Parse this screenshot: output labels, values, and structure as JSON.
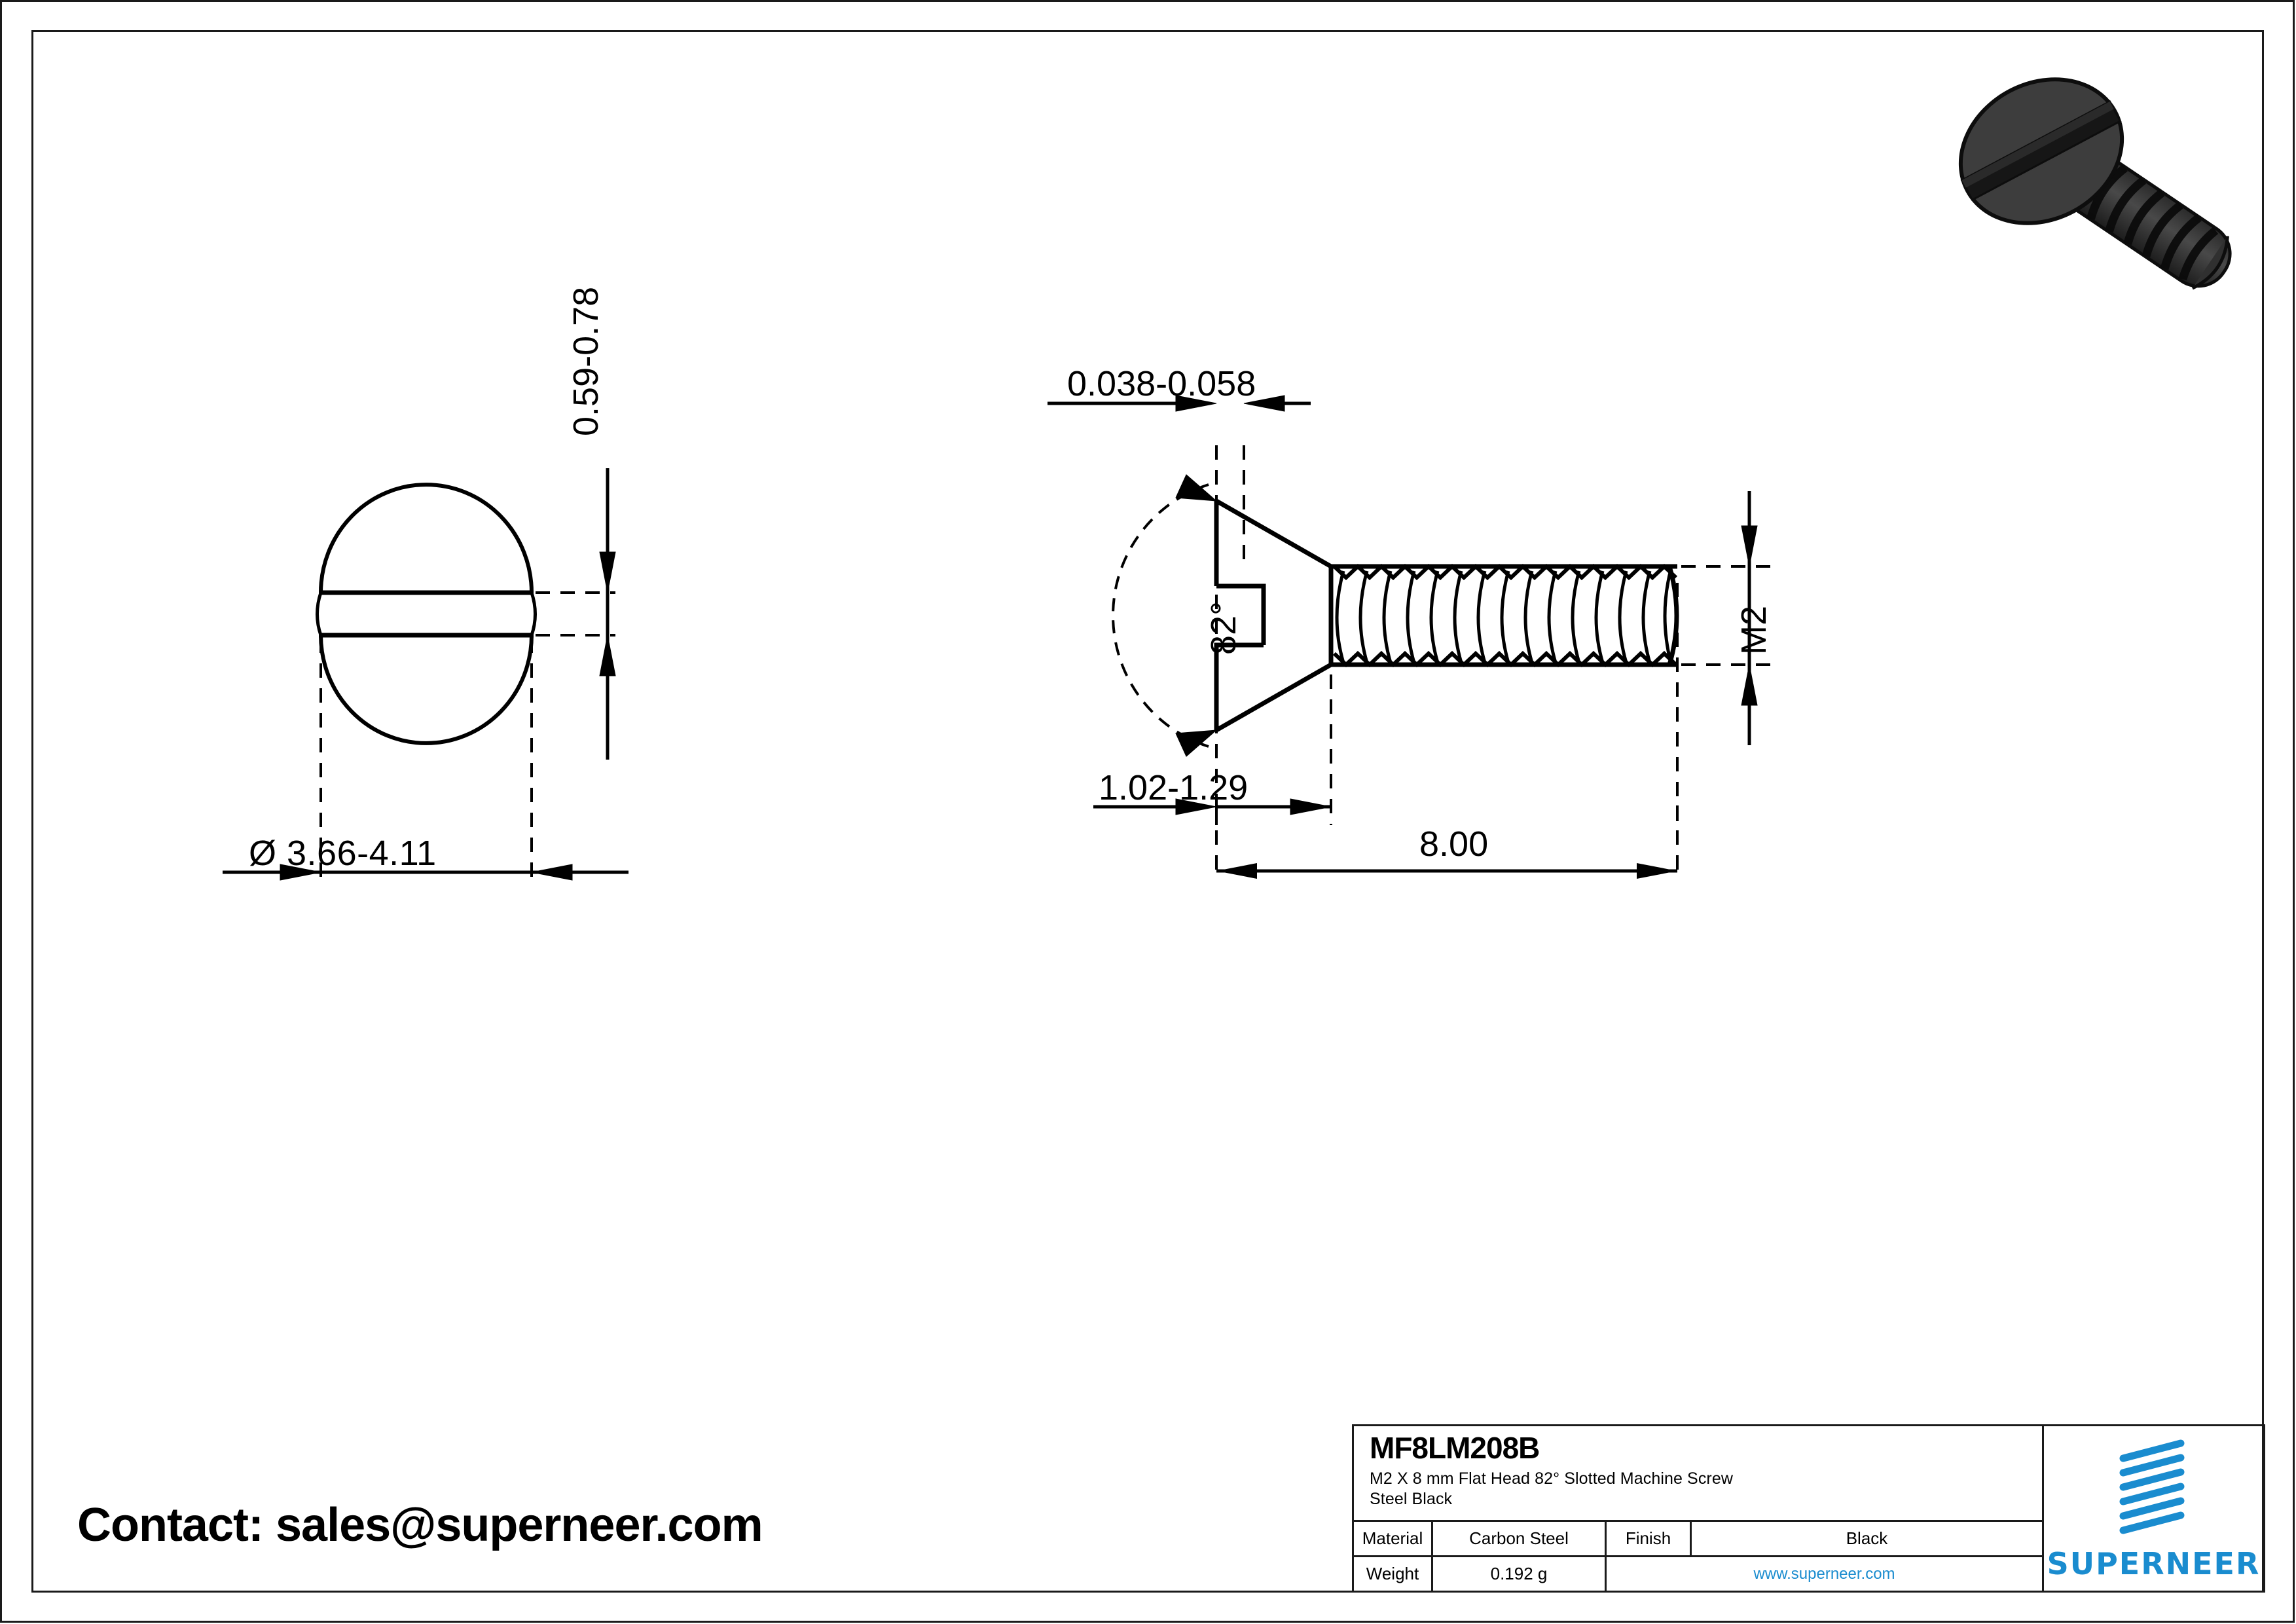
{
  "document": {
    "type": "engineering-drawing",
    "contact": "Contact: sales@superneer.com"
  },
  "title_block": {
    "part_number": "MF8LM208B",
    "description_line1": "M2 X 8 mm  Flat Head 82° Slotted Machine Screw",
    "description_line2": "Steel Black",
    "rows": [
      {
        "label": "Material",
        "value": "Carbon Steel",
        "label2": "Finish",
        "value2": "Black"
      },
      {
        "label": "Weight",
        "value": "0.192 g",
        "link": "www.superneer.com"
      }
    ],
    "brand": "SUPERNEER",
    "brand_color": "#1a8ccf"
  },
  "drawing": {
    "top_view": {
      "name": "head-top-view",
      "diameter_dimension": "Ø 3.66-4.11",
      "slot_width_dimension": "0.59-0.78"
    },
    "side_view": {
      "name": "screw-side-view",
      "head_height_dimension": "0.038-0.058",
      "countersink_angle": "82°",
      "head_depth_dimension": "1.02-1.29",
      "thread_size": "M2",
      "length_dimension": "8.00"
    },
    "isometric_view": {
      "name": "screw-3d-render",
      "body_color": "#3d3d3d",
      "outline_color": "#0d0d0d"
    }
  }
}
